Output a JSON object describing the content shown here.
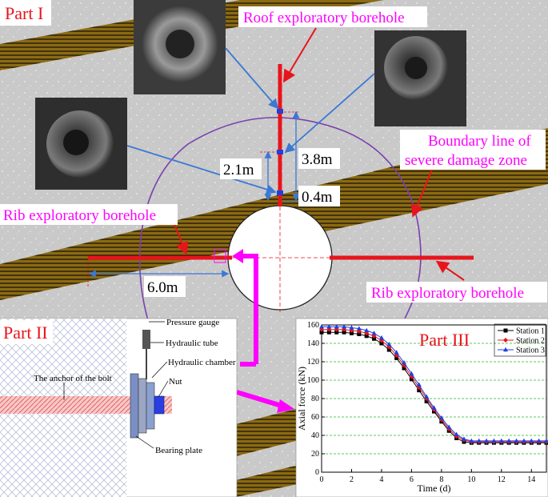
{
  "part1": {
    "title": "Part I",
    "roof_label": "Roof exploratory borehole",
    "rib_label_left": "Rib exploratory borehole",
    "rib_label_right": "Rib exploratory borehole",
    "boundary_label_line1": "Boundary line of",
    "boundary_label_line2": "severe damage zone",
    "dim_2_1": "2.1m",
    "dim_3_8": "3.8m",
    "dim_0_4": "0.4m",
    "dim_6_0": "6.0m"
  },
  "part2": {
    "title": "Part II",
    "labels": {
      "pressure_gauge": "Pressure gauge",
      "hydraulic_tube": "Hydraulic tube",
      "hydraulic_chamber": "Hydraulic chamber",
      "nut": "Nut",
      "anchor": "The anchor of the bolt",
      "bearing_plate": "Bearing plate"
    }
  },
  "part3": {
    "title": "Part III"
  },
  "colors": {
    "accent_red": "#e8141c",
    "magenta": "#ff00ff",
    "boundary_purple": "#7a3fb0",
    "dim_blue": "#3a78d6",
    "strata_brown": "#8b6a12",
    "rock_grey": "#c9c9c9"
  },
  "chart_data": {
    "type": "line",
    "title": "",
    "xlabel": "Time (d)",
    "ylabel": "Axial force (kN)",
    "xlim": [
      0,
      15
    ],
    "ylim": [
      0,
      160
    ],
    "x_ticks": [
      0,
      2,
      4,
      6,
      8,
      10,
      12,
      14
    ],
    "y_ticks": [
      0,
      20,
      40,
      60,
      80,
      100,
      120,
      140,
      160
    ],
    "grid": "horizontal dashed green",
    "legend_position": "top-right",
    "x": [
      0,
      0.5,
      1,
      1.5,
      2,
      2.5,
      3,
      3.5,
      4,
      4.5,
      5,
      5.5,
      6,
      6.5,
      7,
      7.5,
      8,
      8.5,
      9,
      9.5,
      10,
      10.5,
      11,
      11.5,
      12,
      12.5,
      13,
      13.5,
      14,
      14.5,
      15
    ],
    "series": [
      {
        "name": "Station 1",
        "color": "#000000",
        "marker": "square",
        "values": [
          152,
          152,
          152,
          152,
          151,
          150,
          148,
          145,
          140,
          133,
          124,
          113,
          101,
          89,
          77,
          66,
          55,
          45,
          37,
          33,
          32,
          32,
          32,
          32,
          32,
          32,
          32,
          32,
          32,
          32,
          32
        ]
      },
      {
        "name": "Station 2",
        "color": "#e8141c",
        "marker": "diamond",
        "values": [
          155,
          155,
          155,
          155,
          154,
          153,
          151,
          148,
          143,
          136,
          127,
          116,
          104,
          92,
          80,
          68,
          57,
          47,
          39,
          35,
          33,
          33,
          33,
          33,
          33,
          33,
          33,
          33,
          33,
          33,
          33
        ]
      },
      {
        "name": "Station 3",
        "color": "#1f3fe0",
        "marker": "triangle",
        "values": [
          158,
          158,
          158,
          158,
          157,
          156,
          154,
          151,
          146,
          139,
          130,
          119,
          107,
          95,
          82,
          70,
          59,
          49,
          41,
          36,
          34,
          34,
          34,
          34,
          34,
          34,
          34,
          34,
          34,
          34,
          34
        ]
      }
    ]
  }
}
